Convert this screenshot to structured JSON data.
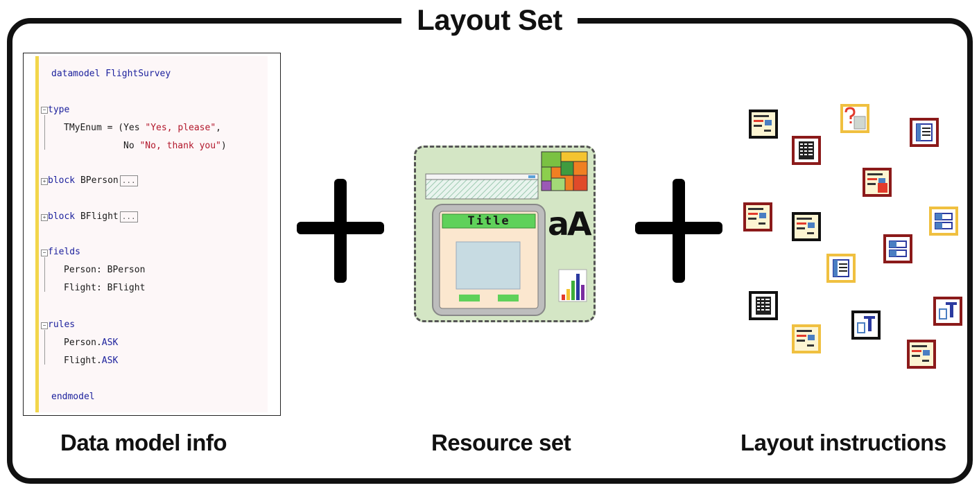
{
  "title": "Layout Set",
  "captions": {
    "data_model": "Data model info",
    "resource_set": "Resource set",
    "layout_instructions": "Layout instructions"
  },
  "code": {
    "line1": "datamodel FlightSurvey",
    "type_kw": "type",
    "enum_name": "TMyEnum = (Yes ",
    "enum_yes": "\"Yes, please\"",
    "enum_comma": ",",
    "enum_no_label": "No ",
    "enum_no": "\"No, thank you\"",
    "enum_close": ")",
    "block_kw": "block",
    "block1": " BPerson",
    "block2": " BFlight",
    "collapsed": "...",
    "fields_kw": "fields",
    "field1": "Person: BPerson",
    "field2": "Flight: BFlight",
    "rules_kw": "rules",
    "rule1_obj": "Person.",
    "rule2_obj": "Flight.",
    "rule_ask": "ASK",
    "end": "endmodel"
  },
  "resource": {
    "window_title": "Title",
    "font_glyph": "aA"
  },
  "colors": {
    "keyword": "#1a1f9c",
    "string": "#b2172b",
    "panel_border": "#111111",
    "resource_bg": "#d4e6c5",
    "title_bar_green": "#5fd15a"
  }
}
